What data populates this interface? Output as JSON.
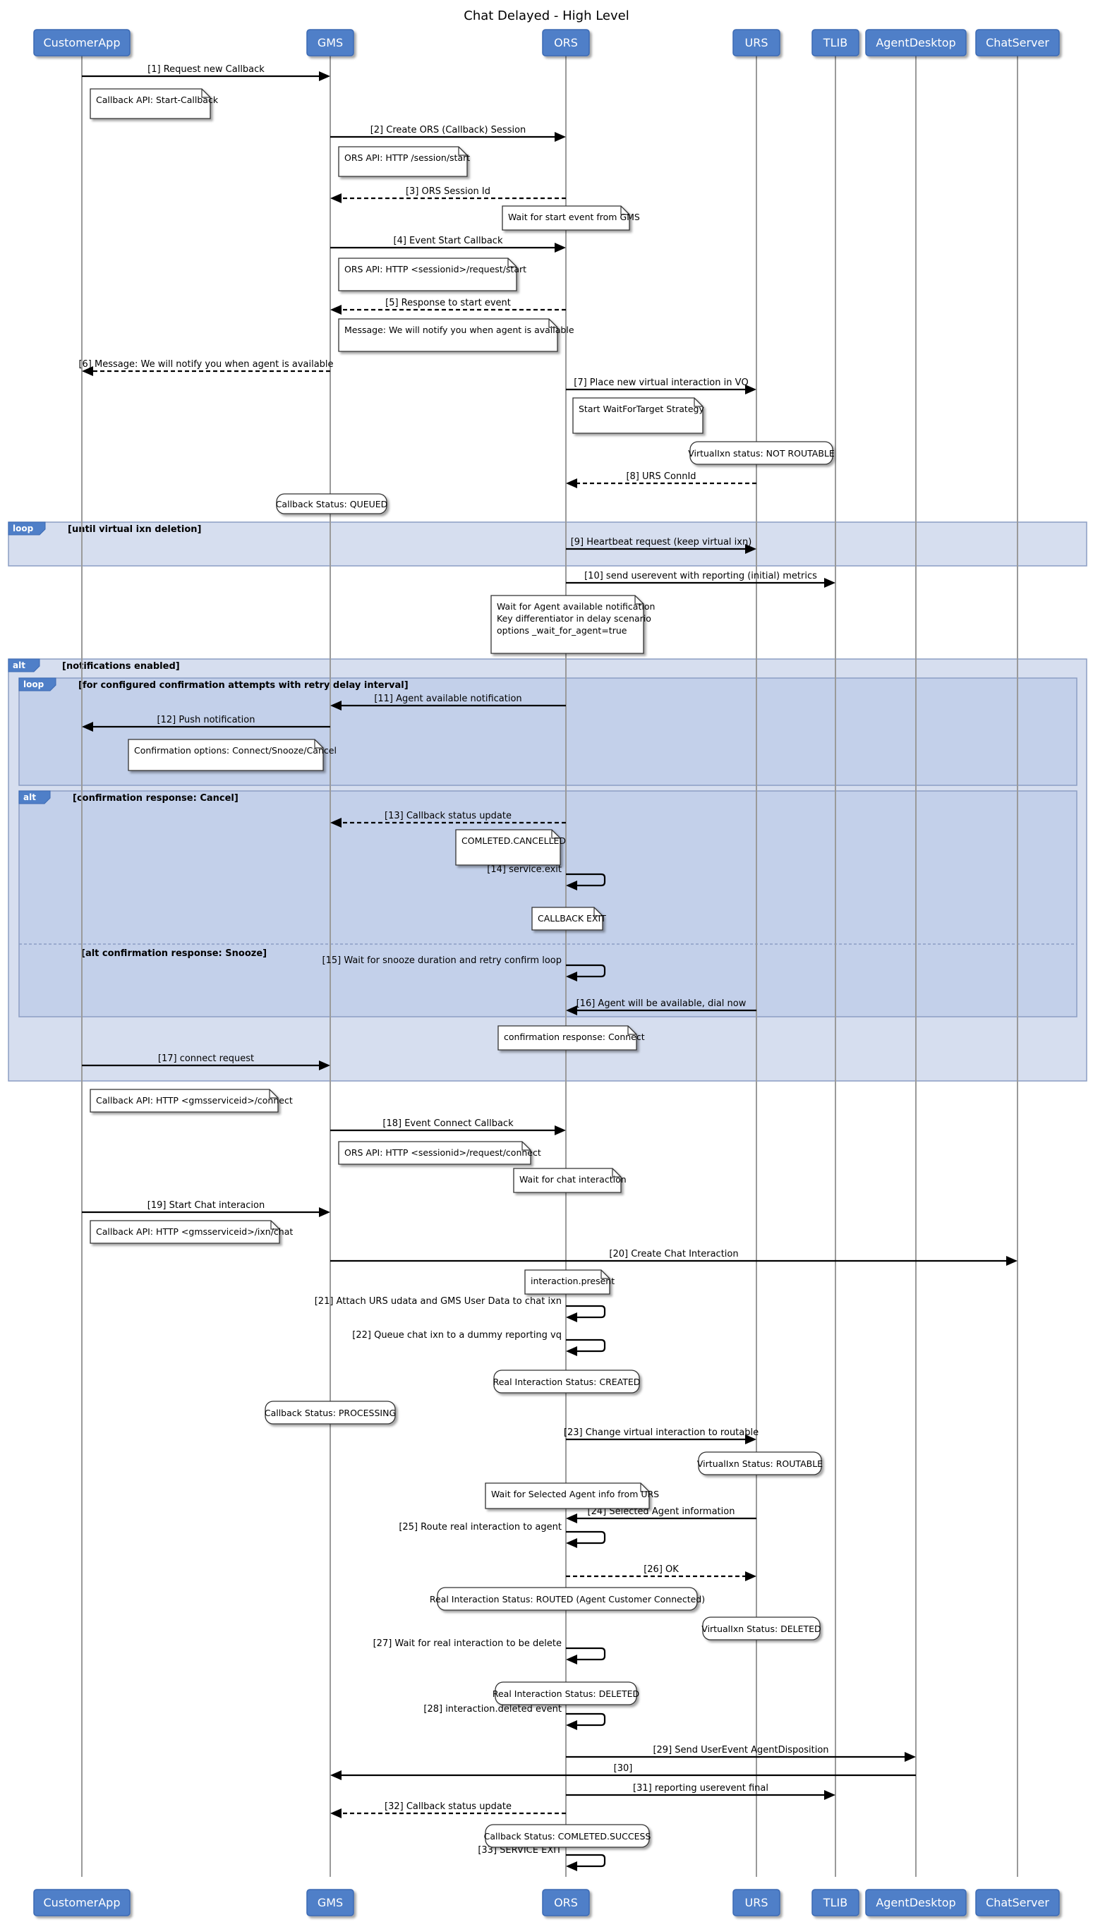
{
  "title": "Chat Delayed - High Level",
  "participants": [
    "CustomerApp",
    "GMS",
    "ORS",
    "URS",
    "TLIB",
    "AgentDesktop",
    "ChatServer"
  ],
  "colors": {
    "participant": "#4f7fc8",
    "lifeline": "#9a9a9a",
    "frame_outer": "#d6deef",
    "frame_inner": "#c3d0ea",
    "note": "#ffffff"
  },
  "messages": [
    {
      "from": "CustomerApp",
      "to": "GMS",
      "text": "[1] Request new Callback"
    },
    {
      "from": "GMS",
      "to": "ORS",
      "text": "[2] Create ORS (Callback) Session"
    },
    {
      "from": "ORS",
      "to": "GMS",
      "text": "[3] ORS Session Id",
      "dashed": true
    },
    {
      "from": "GMS",
      "to": "ORS",
      "text": "[4] Event Start Callback"
    },
    {
      "from": "ORS",
      "to": "GMS",
      "text": "[5] Response to start event",
      "dashed": true
    },
    {
      "from": "GMS",
      "to": "CustomerApp",
      "text": "[6] Message: We will notify you when agent is available",
      "dashed": true
    },
    {
      "from": "ORS",
      "to": "URS",
      "text": "[7] Place new virtual interaction in VQ"
    },
    {
      "from": "URS",
      "to": "ORS",
      "text": "[8] URS ConnId",
      "dashed": true
    },
    {
      "from": "ORS",
      "to": "URS",
      "text": "[9] Heartbeat request (keep virtual ixn)"
    },
    {
      "from": "ORS",
      "to": "TLIB",
      "text": "[10] send userevent with reporting (initial) metrics"
    },
    {
      "from": "ORS",
      "to": "GMS",
      "text": "[11] Agent available notification"
    },
    {
      "from": "GMS",
      "to": "CustomerApp",
      "text": "[12] Push notification"
    },
    {
      "from": "ORS",
      "to": "GMS",
      "text": "[13] Callback status update",
      "dashed": true
    },
    {
      "from": "ORS",
      "to": "ORS",
      "text": "[14] service.exit"
    },
    {
      "from": "ORS",
      "to": "ORS",
      "text": "[15] Wait for snooze duration and retry confirm loop"
    },
    {
      "from": "URS",
      "to": "ORS",
      "text": "[16] Agent will be available, dial now"
    },
    {
      "from": "CustomerApp",
      "to": "GMS",
      "text": "[17] connect request"
    },
    {
      "from": "GMS",
      "to": "ORS",
      "text": "[18] Event Connect Callback"
    },
    {
      "from": "CustomerApp",
      "to": "GMS",
      "text": "[19] Start Chat interacion"
    },
    {
      "from": "GMS",
      "to": "ChatServer",
      "text": "[20] Create Chat Interaction"
    },
    {
      "from": "ORS",
      "to": "ORS",
      "text": "[21] Attach URS udata and GMS User Data to chat ixn"
    },
    {
      "from": "ORS",
      "to": "ORS",
      "text": "[22] Queue chat ixn to a dummy reporting vq"
    },
    {
      "from": "ORS",
      "to": "URS",
      "text": "[23] Change virtual interaction to routable"
    },
    {
      "from": "URS",
      "to": "ORS",
      "text": "[24] Selected Agent information"
    },
    {
      "from": "ORS",
      "to": "ORS",
      "text": "[25] Route real interaction to agent"
    },
    {
      "from": "ORS",
      "to": "URS",
      "text": "[26] OK",
      "dashed": true
    },
    {
      "from": "ORS",
      "to": "ORS",
      "text": "[27] Wait for real interaction to be delete"
    },
    {
      "from": "ORS",
      "to": "ORS",
      "text": "[28] interaction.deleted event"
    },
    {
      "from": "ORS",
      "to": "AgentDesktop",
      "text": "[29] Send UserEvent AgentDisposition"
    },
    {
      "from": "AgentDesktop",
      "to": "GMS",
      "text": "[30]"
    },
    {
      "from": "ORS",
      "to": "TLIB",
      "text": "[31] reporting userevent final"
    },
    {
      "from": "ORS",
      "to": "GMS",
      "text": "[32] Callback status update",
      "dashed": true
    },
    {
      "from": "ORS",
      "to": "ORS",
      "text": "[33] SERVICE EXIT"
    }
  ],
  "notes": [
    {
      "over": "CustomerApp",
      "kind": "note",
      "lines": [
        "Callback API: Start-Callback"
      ]
    },
    {
      "over": "GMS",
      "kind": "note",
      "lines": [
        "ORS API: HTTP /session/start"
      ]
    },
    {
      "over": "ORS",
      "kind": "note",
      "lines": [
        "Wait for start event from GMS"
      ]
    },
    {
      "over": "GMS",
      "kind": "note",
      "lines": [
        "ORS API: HTTP <sessionid>/request/start"
      ]
    },
    {
      "over": "GMS",
      "kind": "note",
      "lines": [
        "Message: We will notify you when agent is available"
      ]
    },
    {
      "over": "ORS",
      "kind": "note",
      "lines": [
        "Start WaitForTarget Strategy"
      ]
    },
    {
      "over": "URS",
      "kind": "state",
      "lines": [
        "VirtualIxn status: NOT ROUTABLE"
      ]
    },
    {
      "over": "GMS",
      "kind": "state",
      "lines": [
        "Callback Status: QUEUED"
      ]
    },
    {
      "over": "ORS",
      "kind": "note",
      "lines": [
        "Wait for Agent available notification",
        "Key differentiator in delay scenario",
        "options _wait_for_agent=true"
      ]
    },
    {
      "over": "GMS",
      "kind": "note",
      "lines": [
        "Confirmation options: Connect/Snooze/Cancel"
      ]
    },
    {
      "over": "ORS",
      "kind": "note",
      "lines": [
        "COMLETED.CANCELLED"
      ]
    },
    {
      "over": "ORS",
      "kind": "note",
      "lines": [
        "CALLBACK EXIT"
      ]
    },
    {
      "over": "ORS",
      "kind": "note",
      "lines": [
        "confirmation response: Connect"
      ]
    },
    {
      "over": "CustomerApp",
      "kind": "note",
      "lines": [
        "Callback API: HTTP <gmsserviceid>/connect"
      ]
    },
    {
      "over": "GMS",
      "kind": "note",
      "lines": [
        "ORS API: HTTP <sessionid>/request/connect"
      ]
    },
    {
      "over": "ORS",
      "kind": "note",
      "lines": [
        "Wait for chat interaction"
      ]
    },
    {
      "over": "CustomerApp",
      "kind": "note",
      "lines": [
        "Callback API: HTTP <gmsserviceid>/ixn/chat"
      ]
    },
    {
      "over": "ORS",
      "kind": "note",
      "lines": [
        "interaction.present"
      ]
    },
    {
      "over": "ORS",
      "kind": "state",
      "lines": [
        "Real Interaction Status: CREATED"
      ]
    },
    {
      "over": "GMS",
      "kind": "state",
      "lines": [
        "Callback Status: PROCESSING"
      ]
    },
    {
      "over": "URS",
      "kind": "state",
      "lines": [
        "VirtualIxn Status: ROUTABLE"
      ]
    },
    {
      "over": "ORS",
      "kind": "note",
      "lines": [
        "Wait for Selected Agent info from URS"
      ]
    },
    {
      "over": "ORS",
      "kind": "state",
      "lines": [
        "Real Interaction Status: ROUTED (Agent Customer Connected)"
      ]
    },
    {
      "over": "URS",
      "kind": "state",
      "lines": [
        "VirtualIxn Status: DELETED"
      ]
    },
    {
      "over": "ORS",
      "kind": "state",
      "lines": [
        "Real Interaction Status: DELETED"
      ]
    },
    {
      "over": "ORS",
      "kind": "state",
      "lines": [
        "Callback Status: COMLETED.SUCCESS"
      ]
    }
  ],
  "fragments": [
    {
      "keyword": "loop",
      "guard": "[until virtual ixn deletion]"
    },
    {
      "keyword": "alt",
      "guard": "[notifications enabled]"
    },
    {
      "keyword": "loop",
      "guard": "[for configured confirmation attempts with retry delay interval]"
    },
    {
      "keyword": "alt",
      "guard": "[confirmation response: Cancel]",
      "else_guard": "[alt confirmation response: Snooze]"
    }
  ]
}
